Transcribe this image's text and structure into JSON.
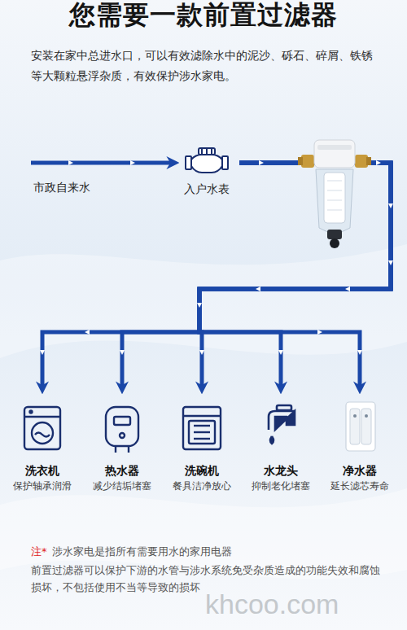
{
  "diagram": {
    "title": "您需要一款前置过滤器",
    "nodes": [
      {
        "text": [
          "市政自来水"
        ]
      },
      {
        "text": [
          "入户水表"
        ]
      },
      {
        "text": [
          "洗衣机",
          "保护轴承润滑"
        ]
      },
      {
        "text": [
          "热水器",
          "减少结垢堵塞"
        ]
      },
      {
        "text": [
          "洗碗机",
          "餐具洁净放心"
        ]
      },
      {
        "text": [
          "水龙头",
          "抑制老化堵塞"
        ]
      },
      {
        "text": [
          "净水器",
          "延长滤芯寿命"
        ]
      }
    ],
    "edges": [
      {
        "from": 0,
        "to": 1,
        "arrow": "to"
      },
      {
        "from": 1,
        "to": 2,
        "arrow": "to"
      },
      {
        "from": 1,
        "to": 3,
        "arrow": "to"
      },
      {
        "from": 1,
        "to": 4,
        "arrow": "to"
      },
      {
        "from": 1,
        "to": 5,
        "arrow": "to"
      },
      {
        "from": 1,
        "to": 6,
        "arrow": "to"
      }
    ],
    "labels": [
      "安装在家中总进水口，可以有效滤除水中的泥沙、砾石、碎屑、铁锈等大颗粒悬浮杂质，有效保护涉水家电。",
      "注*",
      "涉水家电是指所有需要用水的家用电器",
      "前置过滤器可以保护下游的水管与涉水系统免受杂质造成的功能失效和腐蚀损坏，不包括使用不当等导致的损坏",
      "khcoo.com"
    ]
  }
}
